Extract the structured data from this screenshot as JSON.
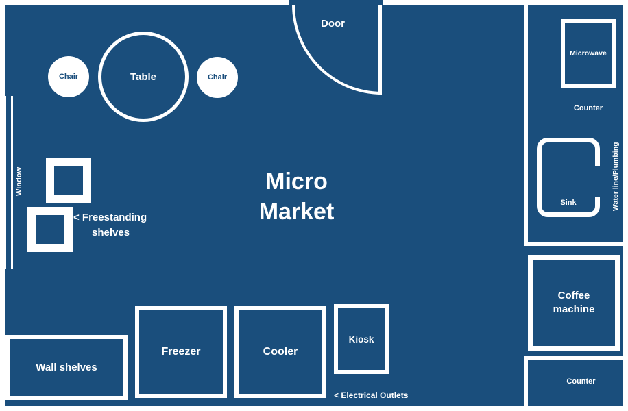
{
  "colors": {
    "background": "#1A4E7C",
    "lines": "#FFFFFF",
    "label_on_white": "#1A4E7C"
  },
  "title": {
    "line1": "Micro",
    "line2": "Market"
  },
  "door": {
    "label": "Door"
  },
  "seating": {
    "table_label": "Table",
    "chair_left_label": "Chair",
    "chair_right_label": "Chair"
  },
  "window": {
    "label": "Window"
  },
  "freestanding_shelves": {
    "line1": "< Freestanding",
    "line2": "shelves"
  },
  "fixtures": {
    "wall_shelves": "Wall shelves",
    "freezer": "Freezer",
    "cooler": "Cooler",
    "kiosk": "Kiosk",
    "electrical_outlets": "< Electrical Outlets"
  },
  "kitchenette": {
    "microwave": "Microwave",
    "counter_top": "Counter",
    "sink": "Sink",
    "water_line": "Water line/Plumbing",
    "coffee_machine": "Coffee machine",
    "counter_bottom": "Counter"
  }
}
